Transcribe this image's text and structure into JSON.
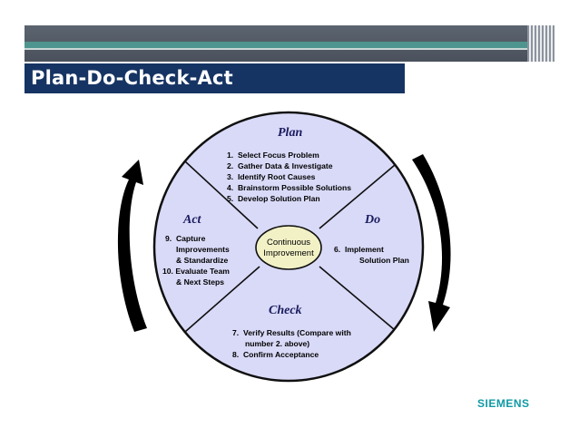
{
  "slide": {
    "title": "Plan-Do-Check-Act",
    "logo": "SIEMENS"
  },
  "diagram": {
    "center": [
      "Continuous",
      "Improvement"
    ],
    "plan": {
      "heading": "Plan",
      "steps": [
        "1.  Select Focus Problem",
        "2.  Gather Data & Investigate",
        "3.  Identify Root Causes",
        "4.  Brainstorm Possible Solutions",
        "5.  Develop Solution Plan"
      ]
    },
    "do": {
      "heading": "Do",
      "steps": [
        "6.  Implement",
        "Solution Plan"
      ]
    },
    "check": {
      "heading": "Check",
      "steps": [
        "7.  Verify Results (Compare with",
        "number 2. above)",
        "8.  Confirm Acceptance"
      ]
    },
    "act": {
      "heading": "Act",
      "steps": [
        "9.  Capture",
        "Improvements",
        "& Standardize",
        "10. Evaluate Team",
        "& Next Steps"
      ]
    },
    "colors": {
      "circle_fill": "#d9daf8",
      "circle_stroke": "#101010",
      "center_fill": "#f2f1c6",
      "heading": "#1a1a5e",
      "arrows": "#000000"
    }
  }
}
